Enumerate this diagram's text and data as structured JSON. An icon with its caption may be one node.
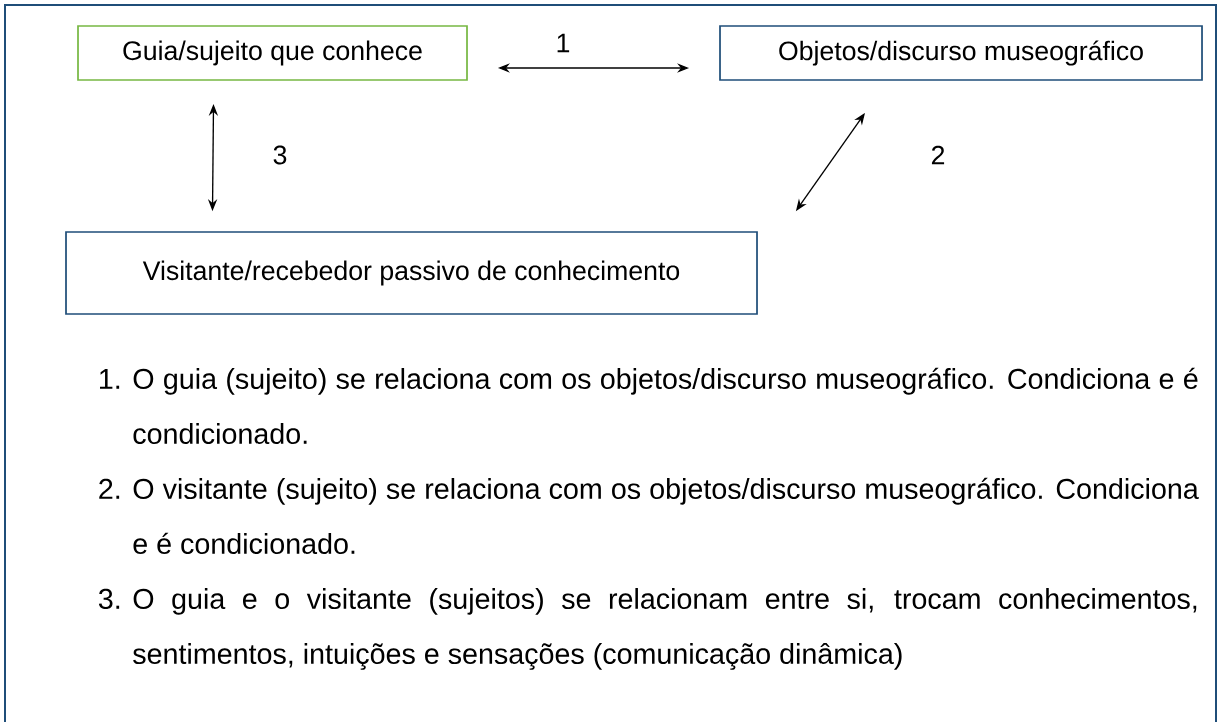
{
  "diagram": {
    "nodes": [
      {
        "text": [
          "Guia/sujeito que conhece"
        ]
      },
      {
        "text": [
          "Objetos/discurso museográfico"
        ]
      },
      {
        "text": [
          "Visitante/recebedor passivo de conhecimento"
        ]
      }
    ],
    "edges": [
      {
        "from": 0,
        "to": 1,
        "arrow": "both",
        "label": "1"
      },
      {
        "from": 1,
        "to": 2,
        "arrow": "both",
        "label": "2"
      },
      {
        "from": 0,
        "to": 2,
        "arrow": "both",
        "label": "3"
      }
    ],
    "labels": [
      "1.",
      "O guia (sujeito) se relaciona com os objetos/discurso museográfico. Condiciona e é condicionado.",
      "2.",
      "O visitante (sujeito) se relaciona com os objetos/discurso museográfico. Condiciona e é condicionado.",
      "3.",
      "O guia e o visitante (sujeitos) se relacionam entre si, trocam conhecimentos, sentimentos, intuições e sensações (comunicação dinâmica)"
    ]
  }
}
